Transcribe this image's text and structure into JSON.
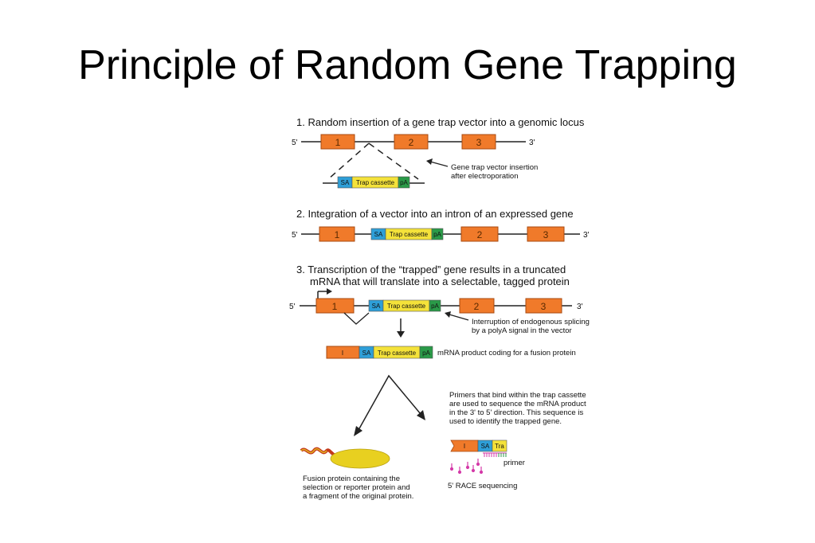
{
  "slide": {
    "title": "Principle of Random Gene Trapping"
  },
  "colors": {
    "exon": "#f07a2a",
    "exon_border": "#a84a10",
    "sa": "#2e9fd8",
    "trap": "#f4e23a",
    "pa": "#2a9a48",
    "protein": "#e8d020",
    "primer": "#d43aa8",
    "line": "#222222"
  },
  "diagram": {
    "step1": {
      "heading": "1.  Random insertion of a gene trap vector into a genomic locus",
      "five_prime": "5'",
      "three_prime": "3'",
      "exons": [
        "1",
        "2",
        "3"
      ],
      "note_line1": "Gene trap vector insertion",
      "note_line2": "after electroporation"
    },
    "cassette": {
      "sa": "SA",
      "trap": "Trap cassette",
      "pa": "pA"
    },
    "step2": {
      "heading": "2.  Integration of a vector into an intron of an expressed gene",
      "five_prime": "5'",
      "three_prime": "3'",
      "exons": [
        "1",
        "2",
        "3"
      ]
    },
    "step3": {
      "heading_line1": "3.  Transcription of the “trapped” gene results in a truncated",
      "heading_line2": "mRNA that will translate into a selectable, tagged protein",
      "five_prime": "5'",
      "three_prime": "3'",
      "exons": [
        "1",
        "2",
        "3"
      ],
      "note_line1": "Interruption of endogenous splicing",
      "note_line2": "by a polyA signal in the vector"
    },
    "mrna": {
      "exon": "I",
      "label": "mRNA product coding for a fusion protein"
    },
    "primers_note": {
      "line1": "Primers that bind within the trap cassette",
      "line2": "are used to sequence the mRNA product",
      "line3": "in the 3' to 5' direction.  This sequence is",
      "line4": "used to identify the trapped gene."
    },
    "fusion": {
      "line1": "Fusion protein containing the",
      "line2": "selection or reporter protein and",
      "line3": "a fragment of the original protein."
    },
    "race": {
      "exon": "I",
      "sa": "SA",
      "trap_partial": "Tra",
      "primer": "primer",
      "label": "5' RACE sequencing"
    }
  }
}
